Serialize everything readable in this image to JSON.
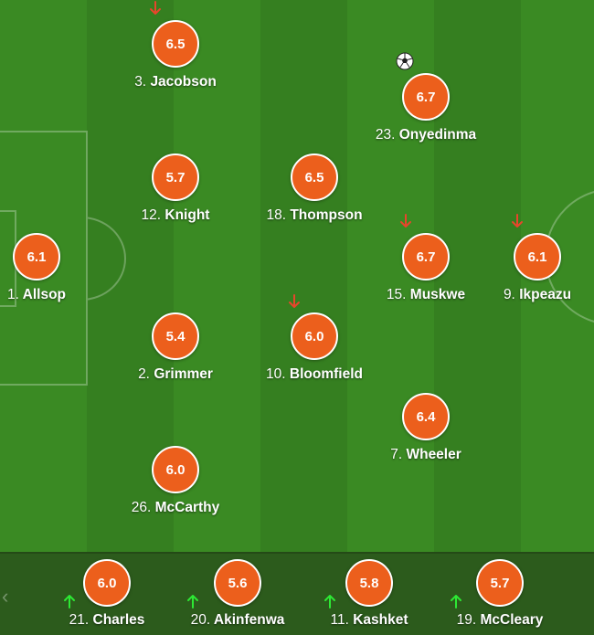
{
  "lineup": [
    {
      "key": "allsop",
      "number": "1.",
      "name": "Allsop",
      "rating": "6.1",
      "arrow": null
    },
    {
      "key": "jacobson",
      "number": "3.",
      "name": "Jacobson",
      "rating": "6.5",
      "arrow": "down"
    },
    {
      "key": "knight",
      "number": "12.",
      "name": "Knight",
      "rating": "5.7",
      "arrow": null
    },
    {
      "key": "grimmer",
      "number": "2.",
      "name": "Grimmer",
      "rating": "5.4",
      "arrow": null
    },
    {
      "key": "mccarthy",
      "number": "26.",
      "name": "McCarthy",
      "rating": "6.0",
      "arrow": null
    },
    {
      "key": "thompson",
      "number": "18.",
      "name": "Thompson",
      "rating": "6.5",
      "arrow": null
    },
    {
      "key": "bloomfield",
      "number": "10.",
      "name": "Bloomfield",
      "rating": "6.0",
      "arrow": "down"
    },
    {
      "key": "onyedinma",
      "number": "23.",
      "name": "Onyedinma",
      "rating": "6.7",
      "arrow": null,
      "goal": true
    },
    {
      "key": "muskwe",
      "number": "15.",
      "name": "Muskwe",
      "rating": "6.7",
      "arrow": "down"
    },
    {
      "key": "wheeler",
      "number": "7.",
      "name": "Wheeler",
      "rating": "6.4",
      "arrow": null
    },
    {
      "key": "ikpeazu",
      "number": "9.",
      "name": "Ikpeazu",
      "rating": "6.1",
      "arrow": "down"
    }
  ],
  "substitutes": [
    {
      "key": "charles",
      "number": "21.",
      "name": "Charles",
      "rating": "6.0",
      "arrow": "up"
    },
    {
      "key": "akinfenwa",
      "number": "20.",
      "name": "Akinfenwa",
      "rating": "5.6",
      "arrow": "up"
    },
    {
      "key": "kashket",
      "number": "11.",
      "name": "Kashket",
      "rating": "5.8",
      "arrow": "up"
    },
    {
      "key": "mccleary",
      "number": "19.",
      "name": "McCleary",
      "rating": "5.7",
      "arrow": "up"
    }
  ],
  "colors": {
    "rating_bg": "#ec5f1c",
    "sub_off_arrow": "#e8452c",
    "sub_on_arrow": "#2de834",
    "pitch_dark": "#357f20",
    "pitch_light": "#3a8a23",
    "bench_bg": "#2c5b1c"
  },
  "icons": {
    "sub_off": "arrow-down-icon",
    "sub_on": "arrow-up-icon",
    "goal": "football-icon",
    "prev": "chevron-left-icon"
  }
}
